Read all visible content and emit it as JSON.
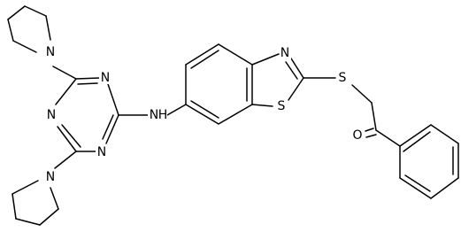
{
  "molecule": {
    "atoms": {
      "N_pyr_top": "N",
      "N_tri_1": "N",
      "N_tri_2": "N",
      "N_tri_3": "N",
      "N_pyr_bottom": "N",
      "N_amine": "N",
      "H_amine": "H",
      "N_thiazole": "N",
      "S_thiazole": "S",
      "S_thioether": "S",
      "O_carbonyl": "O"
    }
  },
  "colors": {
    "bond": "#000000",
    "label": "#000000",
    "background": "#ffffff"
  }
}
